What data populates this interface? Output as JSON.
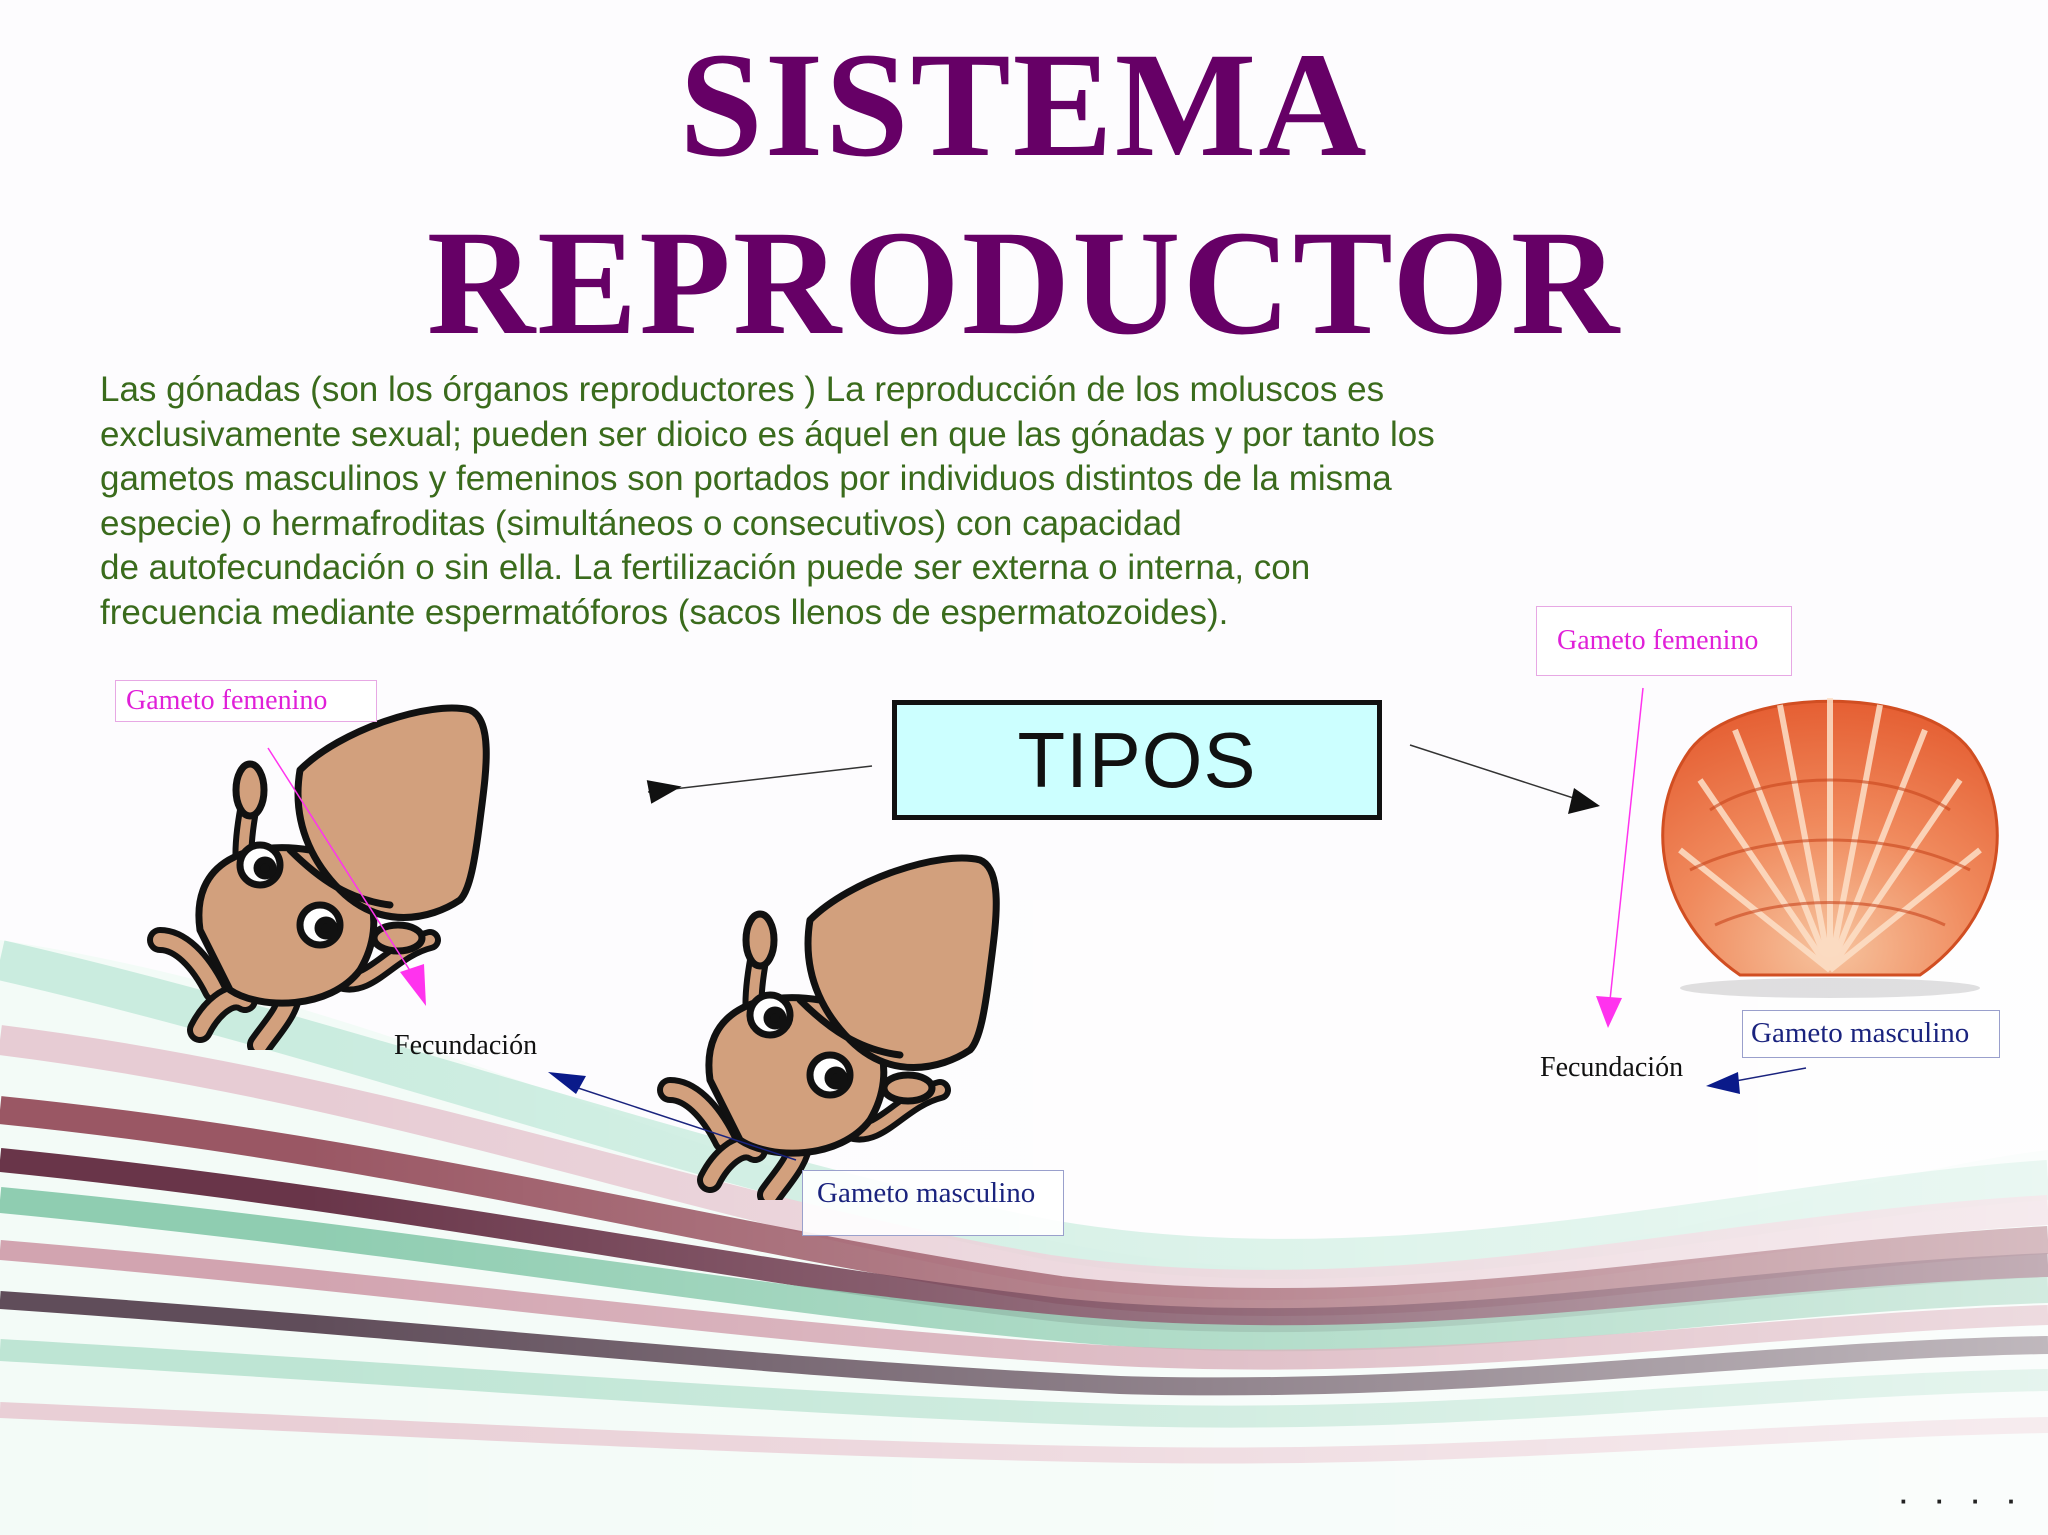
{
  "title": {
    "line1": "SISTEMA",
    "line2": "REPRODUCTOR"
  },
  "paragraph": {
    "lines": [
      "Las gónadas (son los órganos reproductores ) La reproducción de los moluscos es",
      "exclusivamente sexual; pueden ser dioico es áquel en que las gónadas y por tanto los",
      "gametos masculinos y femeninos son portados por individuos distintos de la misma",
      "especie) o hermafroditas (simultáneos o consecutivos) con capacidad",
      "de autofecundación o sin ella. La fertilización puede ser externa o interna, con",
      "frecuencia mediante espermatóforos (sacos llenos de espermatozoides)."
    ]
  },
  "center_box": {
    "label": "TIPOS"
  },
  "left_diagram": {
    "female_label": "Gameto femenino",
    "fertilization_label": "Fecundación",
    "male_label": "Gameto masculino"
  },
  "right_diagram": {
    "female_label": "Gameto femenino",
    "fertilization_label": "Fecundación",
    "male_label": "Gameto masculino"
  },
  "icons": {
    "squid_female": "squid-icon",
    "squid_male": "squid-icon",
    "shell": "scallop-shell-icon"
  },
  "colors": {
    "title": "#660066",
    "paragraph": "#3a6b1c",
    "female": "#e020d8",
    "male": "#1a237e",
    "box_fill": "#ccffff"
  },
  "footer": {
    "dots": "· · · ·"
  }
}
